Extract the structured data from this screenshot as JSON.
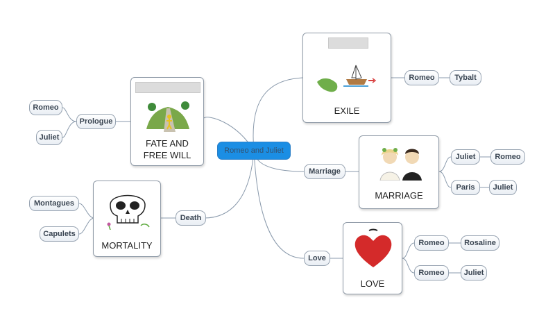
{
  "central": {
    "label": "Romeo and Juliet"
  },
  "cards": {
    "fate": {
      "title": "FATE AND FREE WILL",
      "icon": "path-figure-icon"
    },
    "exile": {
      "title": "EXILE",
      "icon": "boat-icon"
    },
    "marriage": {
      "title": "MARRIAGE",
      "icon": "bride-groom-icon"
    },
    "mortality": {
      "title": "MORTALITY",
      "icon": "skull-icon"
    },
    "love": {
      "title": "LOVE",
      "icon": "heart-icon"
    }
  },
  "topics": {
    "prologue": "Prologue",
    "death": "Death",
    "marriage": "Marriage",
    "love": "Love"
  },
  "leaves": {
    "prologue_romeo": "Romeo",
    "prologue_juliet": "Juliet",
    "death_montagues": "Montagues",
    "death_capulets": "Capulets",
    "exile_romeo": "Romeo",
    "exile_tybalt": "Tybalt",
    "marriage_juliet": "Juliet",
    "marriage_romeo": "Romeo",
    "marriage_paris": "Paris",
    "marriage_juliet2": "Juliet",
    "love_romeo": "Romeo",
    "love_rosaline": "Rosaline",
    "love_romeo2": "Romeo",
    "love_juliet": "Juliet"
  },
  "colors": {
    "central_fill": "#1b8ee4",
    "connector": "#8a9aac",
    "heart": "#d42a2a",
    "leaf": "#5aa83a"
  }
}
